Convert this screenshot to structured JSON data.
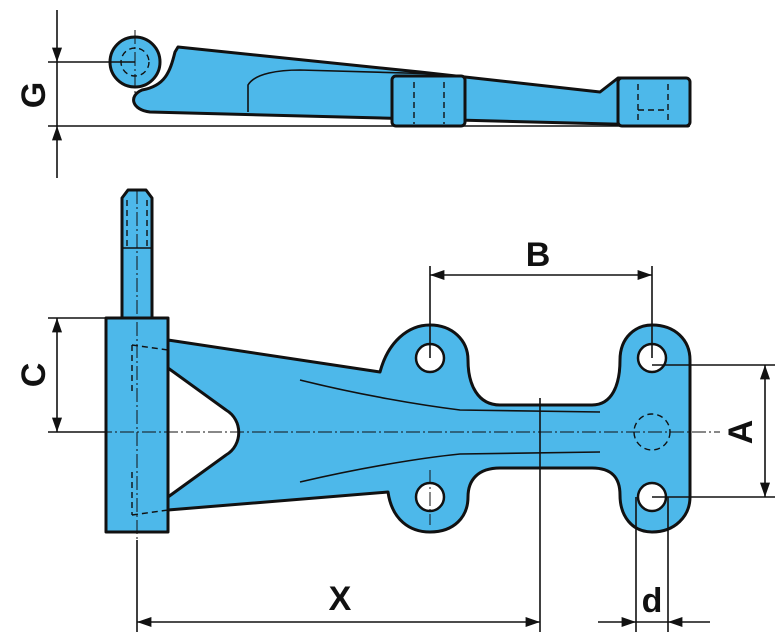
{
  "drawing": {
    "part_color": "#4db8ea",
    "labels": {
      "G": "G",
      "C": "C",
      "B": "B",
      "A": "A",
      "X": "X",
      "d": "d"
    }
  }
}
